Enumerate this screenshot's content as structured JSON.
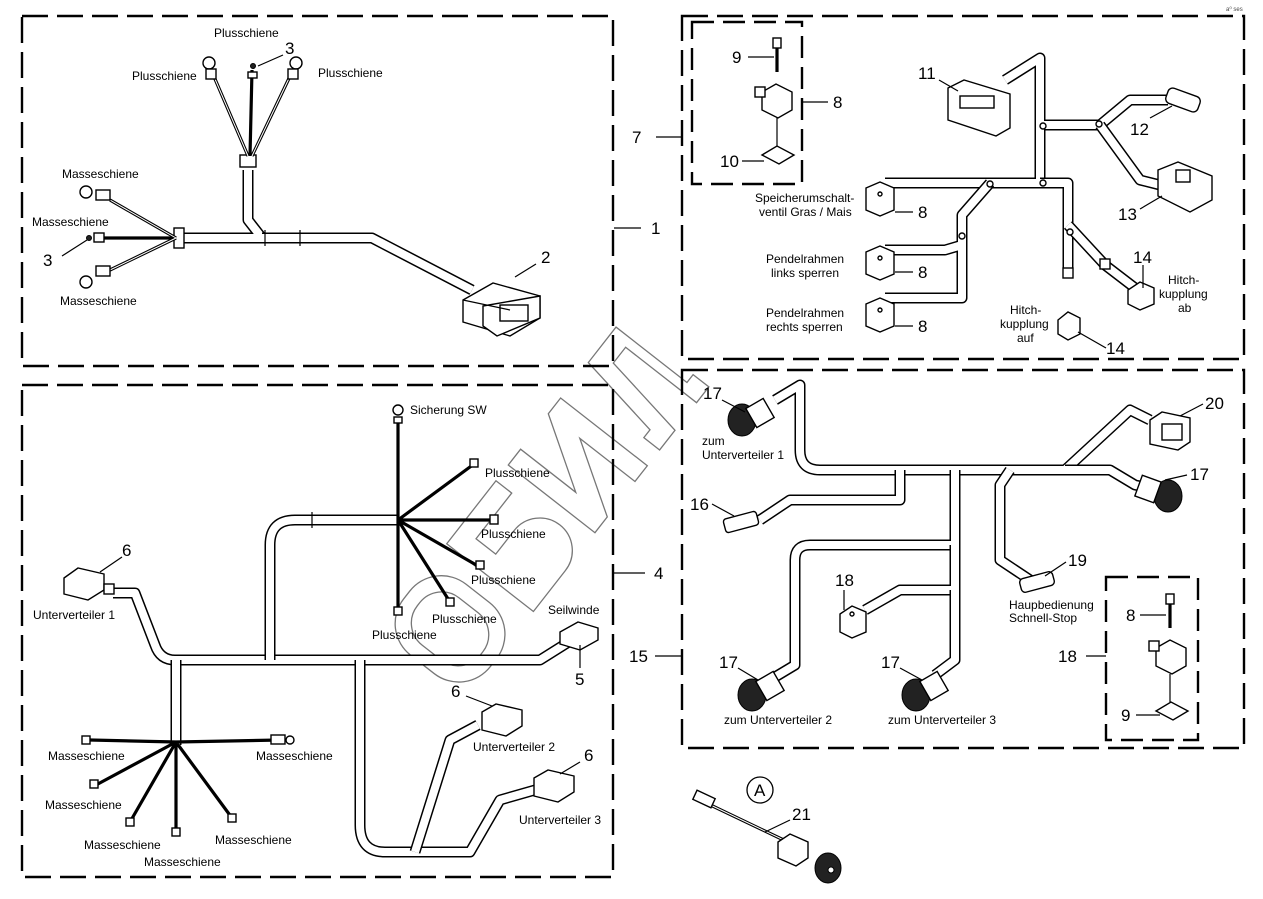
{
  "corner_code": "a⁰ ses",
  "watermark": "ОБИЛ",
  "callouts": {
    "group_1": "1",
    "item_2": "2",
    "item_3a": "3",
    "item_3b": "3",
    "group_4": "4",
    "item_5": "5",
    "item_6a": "6",
    "item_6b": "6",
    "item_6c": "6",
    "group_7": "7",
    "item_8_detail": "8",
    "item_8a": "8",
    "item_8b": "8",
    "item_8c": "8",
    "item_9": "9",
    "item_10": "10",
    "item_11": "11",
    "item_12": "12",
    "item_13": "13",
    "item_14a": "14",
    "item_14b": "14",
    "group_15": "15",
    "item_16": "16",
    "item_17a": "17",
    "item_17b": "17",
    "item_17c": "17",
    "item_17d": "17",
    "item_18": "18",
    "group_18": "18",
    "item_18_bolt": "8",
    "item_18_seal": "9",
    "item_19": "19",
    "item_20": "20",
    "item_21": "21",
    "detail_a": "A"
  },
  "group1": {
    "plus_top": "Plusschiene",
    "plus_left": "Plusschiene",
    "plus_right": "Plusschiene",
    "masse_top": "Masseschiene",
    "masse_mid": "Masseschiene",
    "masse_bottom": "Masseschiene"
  },
  "group4": {
    "fuse": "Sicherung SW",
    "plus_1": "Plusschiene",
    "plus_2": "Plusschiene",
    "plus_3": "Plusschiene",
    "plus_4": "Plusschiene",
    "plus_5": "Plusschiene",
    "winch": "Seilwinde",
    "sub_1": "Unterverteiler 1",
    "sub_2": "Unterverteiler 2",
    "sub_3": "Unterverteiler 3",
    "masse_1": "Masseschiene",
    "masse_2": "Masseschiene",
    "masse_3": "Masseschiene",
    "masse_4": "Masseschiene",
    "masse_5": "Masseschiene",
    "masse_6": "Masseschiene"
  },
  "group7": {
    "valve_line1": "Speicherumschalt-",
    "valve_line2": "ventil Gras / Mais",
    "left_line1": "Pendelrahmen",
    "left_line2": "links sperren",
    "right_line1": "Pendelrahmen",
    "right_line2": "rechts sperren",
    "hitch_up_1": "Hitch-",
    "hitch_up_2": "kupplung",
    "hitch_up_3": "auf",
    "hitch_down_1": "Hitch-",
    "hitch_down_2": "kupplung",
    "hitch_down_3": "ab"
  },
  "group15": {
    "to_sub1_line1": "zum",
    "to_sub1_line2": "Unterverteiler 1",
    "to_sub2": "zum Unterverteiler 2",
    "to_sub3": "zum Unterverteiler 3",
    "main_ctrl_1": "Haupbedienung",
    "main_ctrl_2": "Schnell-Stop"
  }
}
